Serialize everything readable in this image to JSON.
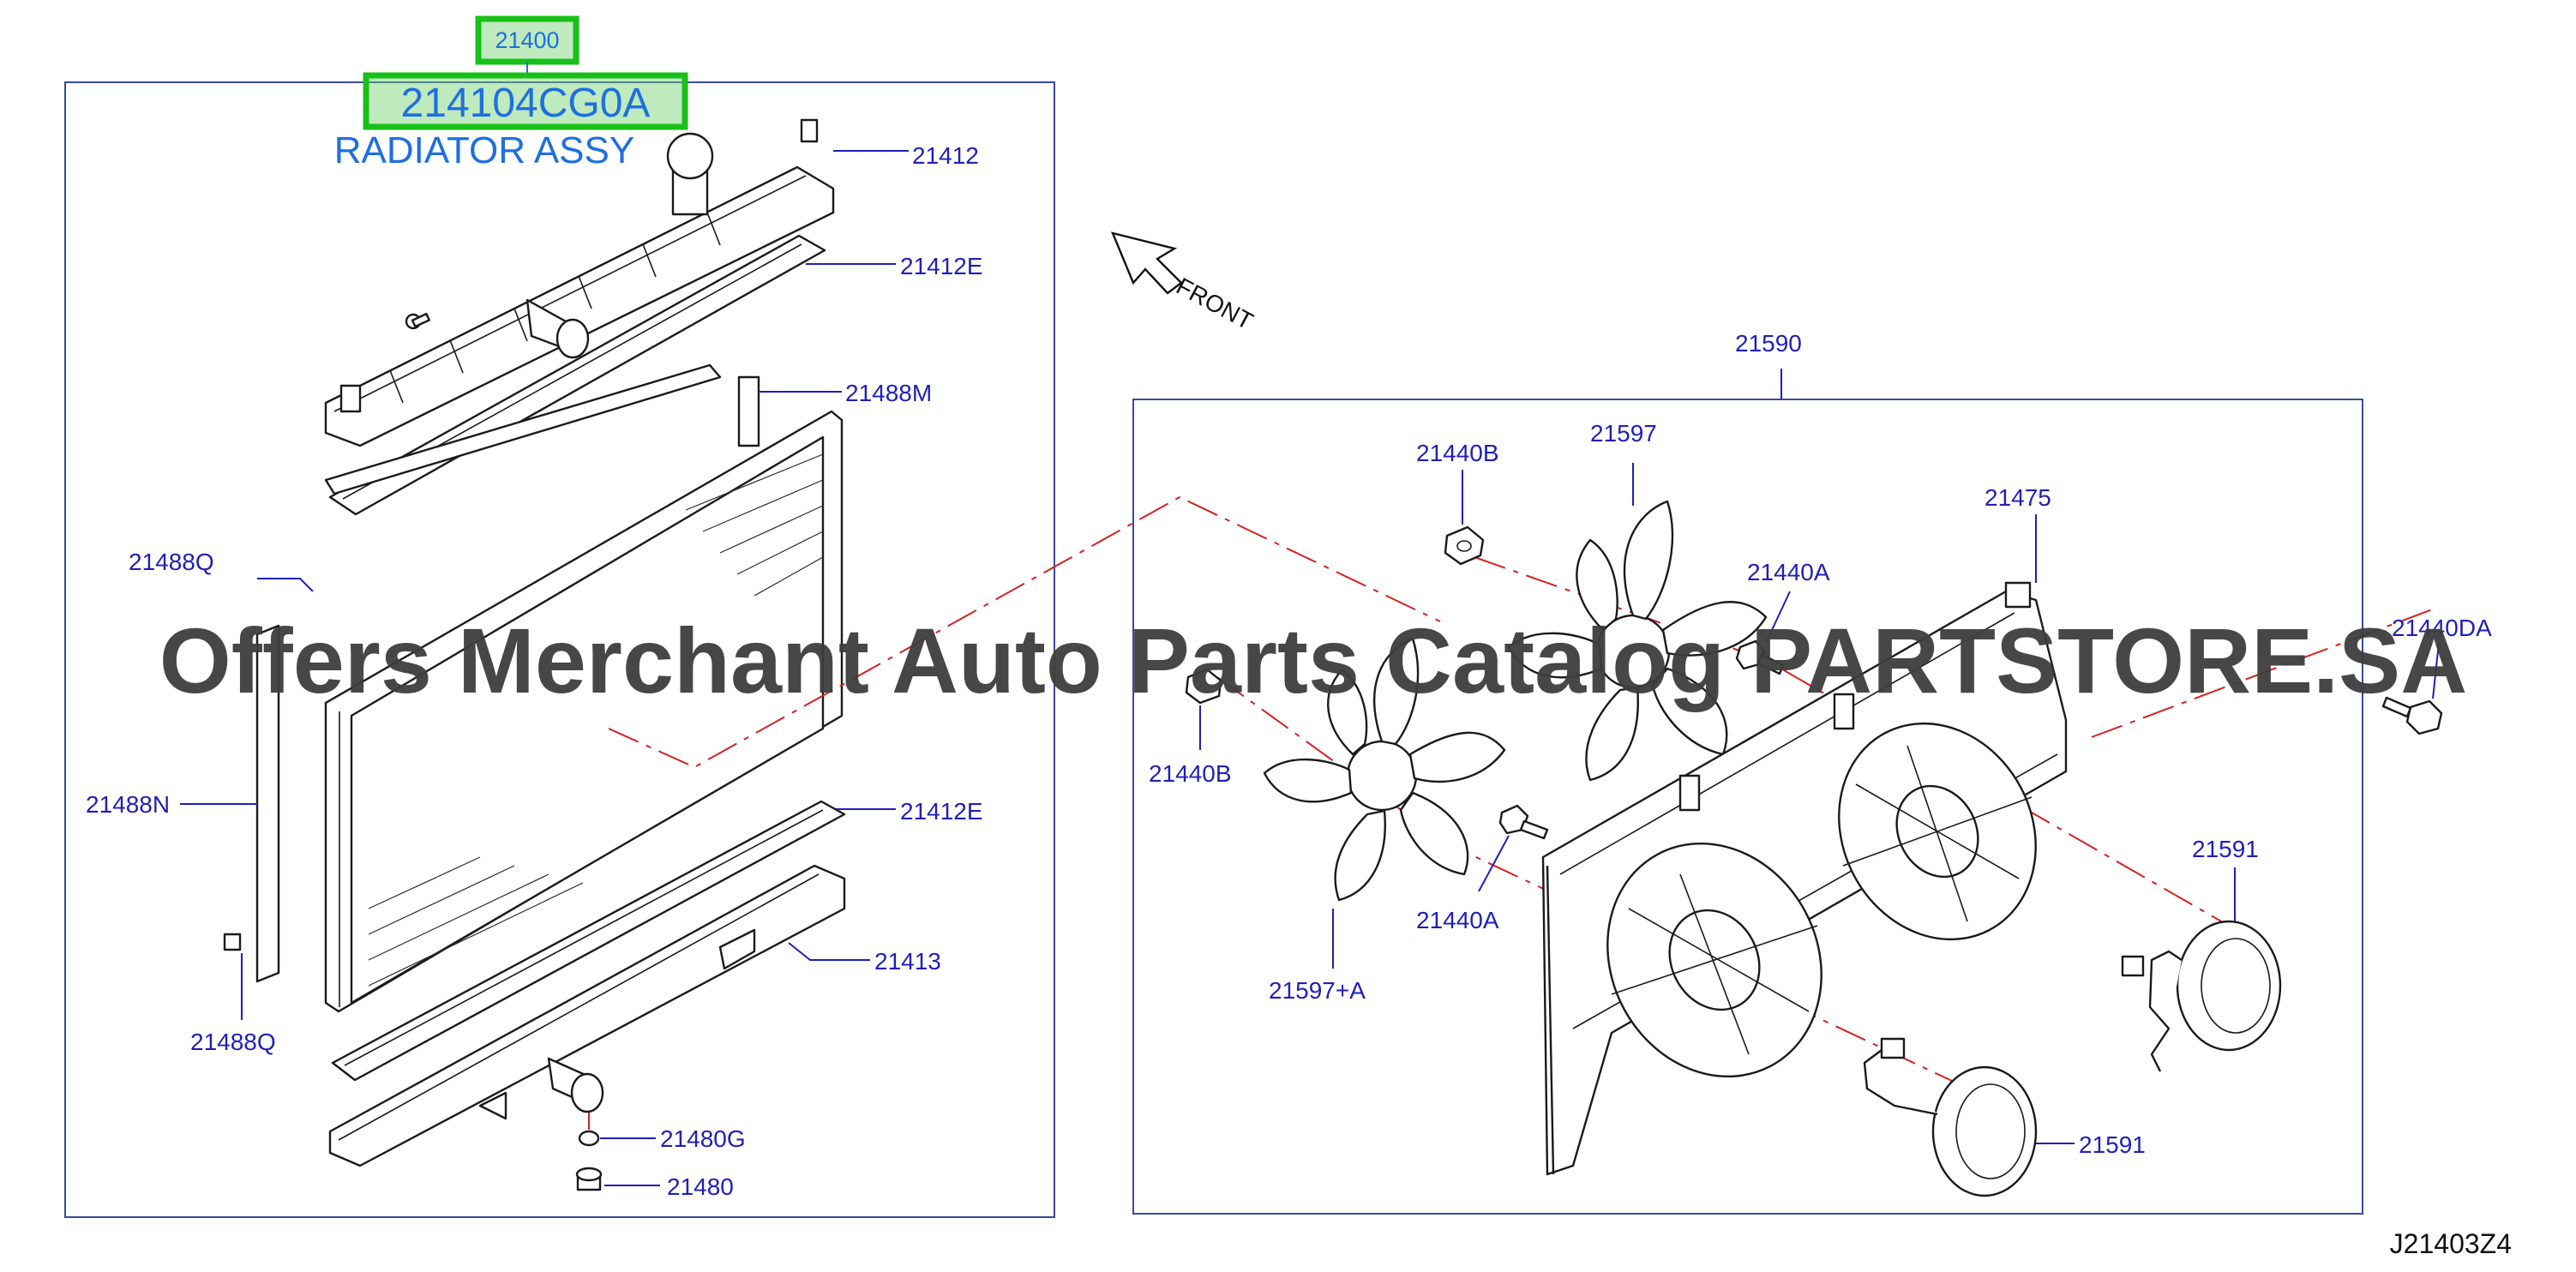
{
  "highlight": {
    "group_code": "21400",
    "part_number": "214104CG0A",
    "part_name": "RADIATOR ASSY"
  },
  "callouts": {
    "c21412": "21412",
    "c21412E_top": "21412E",
    "c21488M": "21488M",
    "c21488Q_top": "21488Q",
    "c21488N": "21488N",
    "c21412E_bottom": "21412E",
    "c21413": "21413",
    "c21488Q_bottom": "21488Q",
    "c21480G": "21480G",
    "c21480": "21480",
    "c21590": "21590",
    "c21440B_top": "21440B",
    "c21597": "21597",
    "c21475": "21475",
    "c21440A_top": "21440A",
    "c21440DA": "21440DA",
    "c21440B_left": "21440B",
    "c21440A_bottom": "21440A",
    "c21597A": "21597+A",
    "c21591_right": "21591",
    "c21591_bottom": "21591"
  },
  "front_label": "FRONT",
  "watermark": "Offers Merchant Auto Parts Catalog PARTSTORE.SA",
  "diagram_code": "J21403Z4"
}
